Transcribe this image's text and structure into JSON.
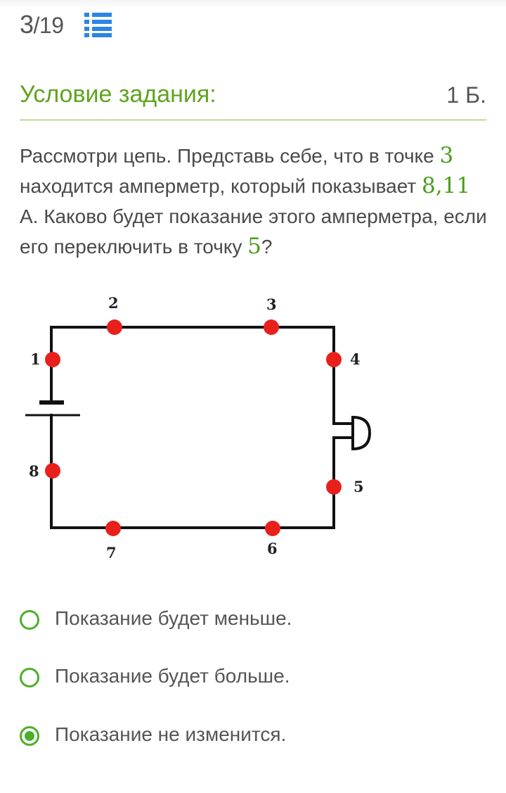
{
  "progress": {
    "current": "3",
    "separator": "/",
    "total": "19"
  },
  "header": {
    "title": "Условие задания:",
    "points": "1 Б."
  },
  "task": {
    "part1": "Рассмотри цепь. Представь себе, что в точке ",
    "num_point_a": "3",
    "part2": " находится амперметр, который показывает ",
    "num_current": "8,11",
    "part3": " А. Каково будет показание этого амперметра, если его переключить в точку ",
    "num_point_b": "5",
    "part4": "?"
  },
  "circuit": {
    "labels": [
      "1",
      "2",
      "3",
      "4",
      "5",
      "6",
      "7",
      "8"
    ]
  },
  "options": [
    {
      "label": "Показание будет меньше.",
      "selected": false
    },
    {
      "label": "Показание будет больше.",
      "selected": false
    },
    {
      "label": "Показание не изменится.",
      "selected": true
    }
  ],
  "colors": {
    "accent": "#5fa41e",
    "radio": "#4caf2a",
    "node": "#e8201c"
  },
  "icons": {
    "question_list": "list-icon"
  }
}
